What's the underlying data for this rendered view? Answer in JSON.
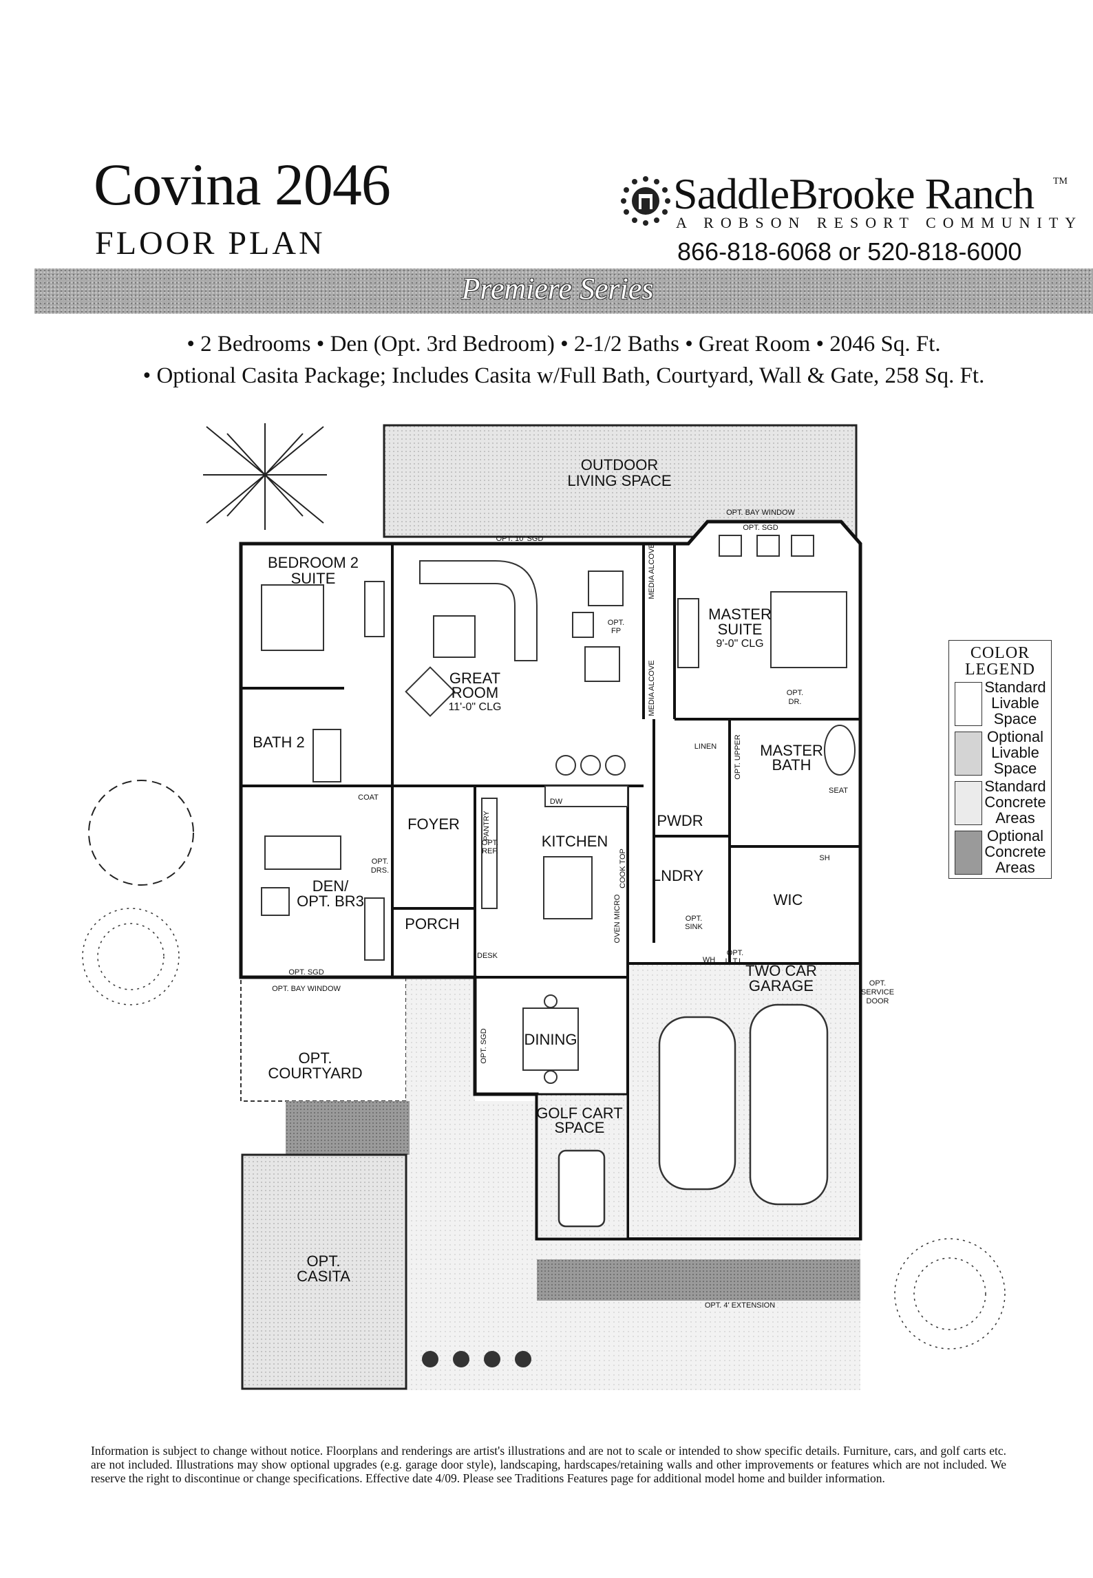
{
  "header": {
    "title": "Covina 2046",
    "subtitle": "FLOOR PLAN",
    "brand": "SaddleBrooke Ranch",
    "brand_mark": "TM",
    "tagline": "A ROBSON RESORT COMMUNITY",
    "phone": "866-818-6068 or 520-818-6000",
    "series": "Premiere Series"
  },
  "features": {
    "line1": "• 2 Bedrooms • Den (Opt. 3rd Bedroom) • 2-1/2 Baths • Great Room • 2046 Sq. Ft.",
    "line2": "• Optional Casita Package; Includes Casita w/Full Bath, Courtyard, Wall & Gate, 258 Sq. Ft."
  },
  "rooms": {
    "outdoor_1": "OUTDOOR",
    "outdoor_2": "LIVING SPACE",
    "bedroom2_1": "BEDROOM 2",
    "bedroom2_2": "SUITE",
    "great_1": "GREAT",
    "great_2": "ROOM",
    "great_3": "11'-0\" CLG",
    "master_1": "MASTER",
    "master_2": "SUITE",
    "master_3": "9'-0\" CLG",
    "bath2": "BATH 2",
    "master_bath_1": "MASTER",
    "master_bath_2": "BATH",
    "foyer": "FOYER",
    "kitchen": "KITCHEN",
    "pwdr": "PWDR",
    "lndry": "LNDRY",
    "wic": "WIC",
    "den_1": "DEN/",
    "den_2": "OPT. BR3",
    "porch": "PORCH",
    "garage_1": "TWO CAR",
    "garage_2": "GARAGE",
    "dining": "DINING",
    "courtyard_1": "OPT.",
    "courtyard_2": "COURTYARD",
    "golf_1": "GOLF CART",
    "golf_2": "SPACE",
    "casita_1": "OPT.",
    "casita_2": "CASITA"
  },
  "plan_notes": {
    "opt_10_sgd": "OPT. 10' SGD",
    "opt_bay_window_top": "OPT. BAY WINDOW",
    "opt_sgd_top": "OPT. SGD",
    "media_alcove_1": "MEDIA ALCOVE",
    "media_alcove_2": "MEDIA ALCOVE",
    "opt_fp_1": "OPT.",
    "opt_fp_2": "FP",
    "opt_dr_1": "OPT.",
    "opt_dr_2": "DR.",
    "linen": "LINEN",
    "opt_upper": "OPT. UPPER",
    "seat": "SEAT",
    "sh": "SH",
    "coat": "COAT",
    "opt_drs_1": "OPT.",
    "opt_drs_2": "DRS.",
    "pantry": "PANTRY",
    "opt_ref_1": "OPT.",
    "opt_ref_2": "REF.",
    "dw": "DW",
    "cook_top": "COOK TOP",
    "oven_micro": "OVEN MICRO",
    "opt_sink_1": "OPT.",
    "opt_sink_2": "SINK",
    "wh": "WH",
    "opt_utl_1": "OPT.",
    "opt_utl_2": "U.T.L.",
    "desk": "DESK",
    "opt_sgd_den": "OPT. SGD",
    "opt_bay_window_den": "OPT. BAY WINDOW",
    "opt_sgd_dining": "OPT. SGD",
    "opt_service_door_1": "OPT.",
    "opt_service_door_2": "SERVICE",
    "opt_service_door_3": "DOOR",
    "opt_4_extension": "OPT. 4' EXTENSION"
  },
  "legend": {
    "title_1": "COLOR",
    "title_2": "LEGEND",
    "items": [
      {
        "l1": "Standard",
        "l2": "Livable",
        "l3": "Space",
        "fill": "#ffffff"
      },
      {
        "l1": "Optional",
        "l2": "Livable",
        "l3": "Space",
        "fill": "#d4d4d4"
      },
      {
        "l1": "Standard",
        "l2": "Concrete",
        "l3": "Areas",
        "fill": "#ebebeb"
      },
      {
        "l1": "Optional",
        "l2": "Concrete",
        "l3": "Areas",
        "fill": "#9a9a9a"
      }
    ]
  },
  "disclaimer": "Information is subject to change without notice. Floorplans and renderings are artist's illustrations and are not to scale or intended to show specific details. Furniture, cars, and golf carts etc. are not included. Illustrations may show optional upgrades (e.g. garage door style), landscaping, hardscapes/retaining walls and other improvements or features which are not included. We reserve the right to discontinue or change specifications. Effective date 4/09. Please see Traditions Features page for additional model home and builder information."
}
